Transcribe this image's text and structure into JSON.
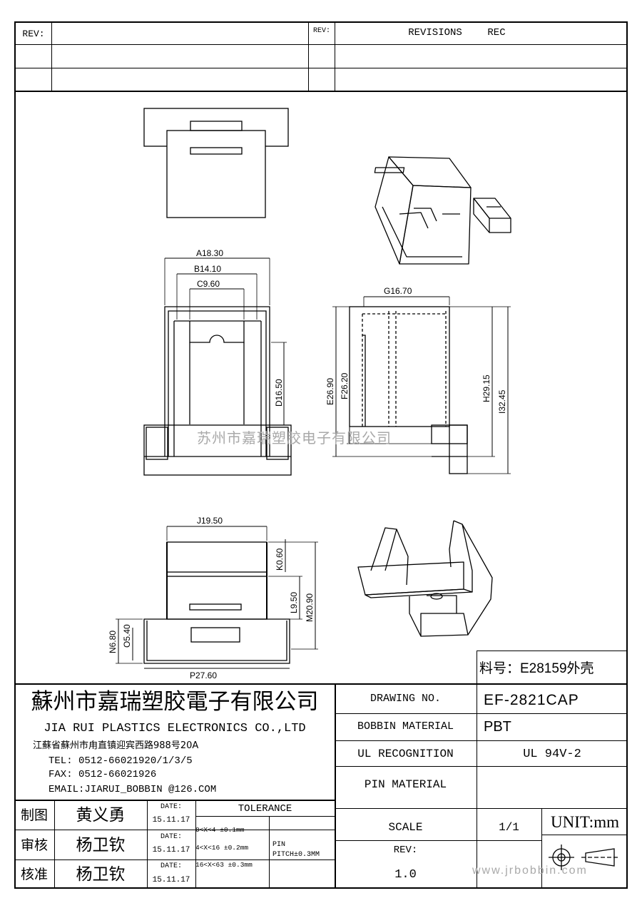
{
  "revision_block": {
    "rev_label_left": "REV:",
    "rev_label_right": "REV:",
    "revisions_label": "REVISIONS",
    "rec_label": "REC"
  },
  "dimensions": {
    "a": "A18.30",
    "b": "B14.10",
    "c": "C9.60",
    "d": "D16.50",
    "e": "E26.90",
    "f": "F26.20",
    "g": "G16.70",
    "h": "H29.15",
    "i": "I32.45",
    "j": "J19.50",
    "k": "K0.60",
    "l": "L9.50",
    "m": "M20.90",
    "n": "N6.80",
    "o": "O5.40",
    "p": "P27.60"
  },
  "watermark_center": "苏州市嘉瑞塑胶电子有限公司",
  "watermark_footer": "www.jrbobbin.com",
  "part_no": "料号：E28159外壳",
  "company": {
    "name_cn": "蘇州市嘉瑞塑胶電子有限公司",
    "name_en": "JIA RUI PLASTICS ELECTRONICS CO.,LTD",
    "address": "江蘇省蘇州市甪直镇迎宾西路988号20A",
    "tel": "TEL: 0512-66021920/1/3/5",
    "fax": "FAX: 0512-66021926",
    "email": "EMAIL:JIARUI_BOBBIN @126.COM"
  },
  "approvals": [
    {
      "role": "制图",
      "name": "黄义勇",
      "date_label": "DATE:",
      "date": "15.11.17"
    },
    {
      "role": "审核",
      "name": "杨卫钦",
      "date_label": "DATE:",
      "date": "15.11.17"
    },
    {
      "role": "核准",
      "name": "杨卫钦",
      "date_label": "DATE:",
      "date": "15.11.17"
    }
  ],
  "tolerance": {
    "title": "TOLERANCE",
    "rows": [
      "0<X<4  ±0.1mm",
      "4<X<16 ±0.2mm",
      "16<X<63 ±0.3mm"
    ],
    "pin_label": "PIN",
    "pin_pitch": "PITCH±0.3MM"
  },
  "spec": {
    "drawing_no_label": "DRAWING   NO.",
    "drawing_no": "EF-2821CAP",
    "bobbin_material_label": "BOBBIN  MATERIAL",
    "bobbin_material": "PBT",
    "ul_label": "UL RECOGNITION",
    "ul_value": "UL 94V-2",
    "pin_material_label": "PIN MATERIAL",
    "pin_material": "",
    "scale_label": "SCALE",
    "scale_value": "1/1",
    "rev_label": "REV:",
    "rev_value": "1.0",
    "unit": "UNIT:mm"
  }
}
